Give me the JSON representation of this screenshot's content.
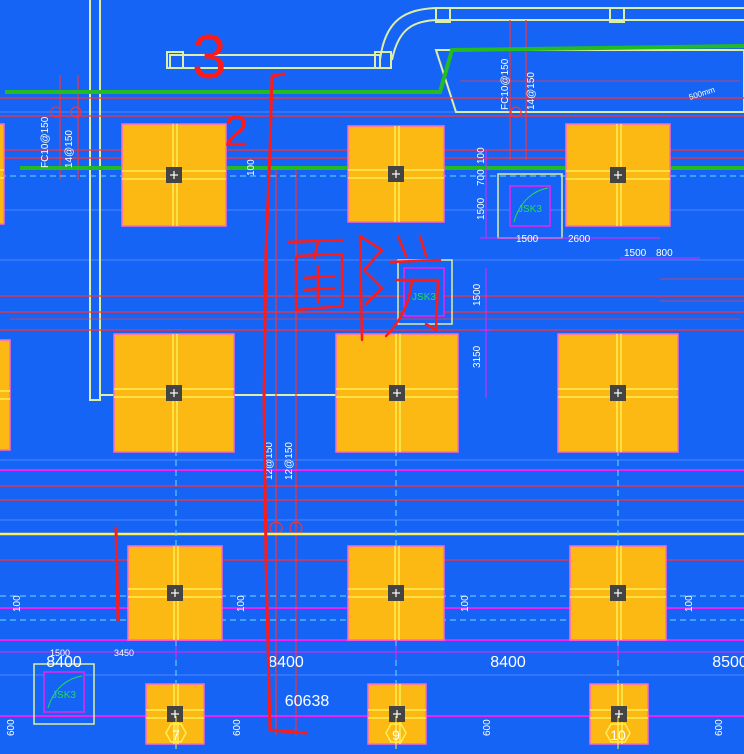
{
  "colors": {
    "background": "#1664f5",
    "footing_fill": "#fdb913",
    "footing_outline": "#ff66cc",
    "grid_line": "#ffee55",
    "rebar_green": "#22bb22",
    "annotation_red": "#ff1a1a",
    "dimension_magenta": "#ee22ee",
    "dimension_white": "#ffffff",
    "marker_dark": "#444444",
    "jsk_label": "#22dd55",
    "outline_pale": "#ddeeaa"
  },
  "handwriting": {
    "number_3": "3",
    "number_2": "2",
    "note_face_rebar": "面筋"
  },
  "rebar_labels": {
    "fc_top_1": "FC10@150",
    "fc_top_2": "FC10@150",
    "rebar_14_a": "14@150",
    "rebar_14_b": "14@150",
    "rebar_12_a": "12@150",
    "rebar_12_b": "12@150",
    "note_top_right": "500mm"
  },
  "dimensions": {
    "d_100_a": "100",
    "d_100_b": "100",
    "d_700": "700",
    "d_1500_a": "1500",
    "d_1500_b": "1500",
    "d_1500_c": "1500",
    "d_2600": "2600",
    "d_1500_d": "1500",
    "d_800": "800",
    "d_3150": "3150",
    "d_100_c": "100",
    "d_100_d": "100",
    "d_100_e": "100",
    "d_100_f": "100",
    "d_1500_e": "1500",
    "d_3450": "3450",
    "d_600_a": "600",
    "d_600_b": "600",
    "d_600_c": "600",
    "d_600_d": "600",
    "span_1": "8400",
    "span_2": "8400",
    "span_3": "8400",
    "span_4": "8500",
    "total": "60638"
  },
  "pit_labels": {
    "jsk_a": "JSK3",
    "jsk_b": "JSK3",
    "jsk_c": "JSK3"
  },
  "axis_labels": {
    "axis_7": "7",
    "axis_9": "9",
    "axis_10": "10"
  }
}
